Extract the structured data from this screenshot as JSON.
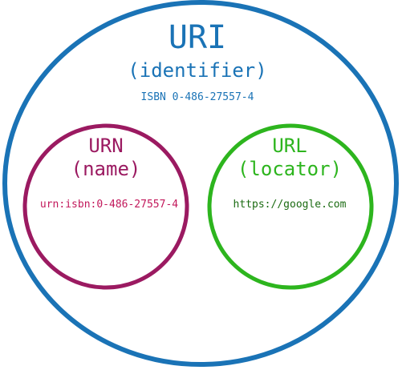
{
  "colors": {
    "background": "#ffffff",
    "uri": "#1a73b6",
    "urn": "#9b1a61",
    "url": "#2db51e",
    "urn_example": "#c2185b",
    "url_example": "#1b6b12"
  },
  "uri": {
    "title": "URI",
    "subtitle": "(identifier)",
    "example": "ISBN 0-486-27557-4"
  },
  "urn": {
    "title": "URN",
    "subtitle": "(name)",
    "example": "urn:isbn:0-486-27557-4"
  },
  "url": {
    "title": "URL",
    "subtitle": "(locator)",
    "example": "https://google.com"
  }
}
